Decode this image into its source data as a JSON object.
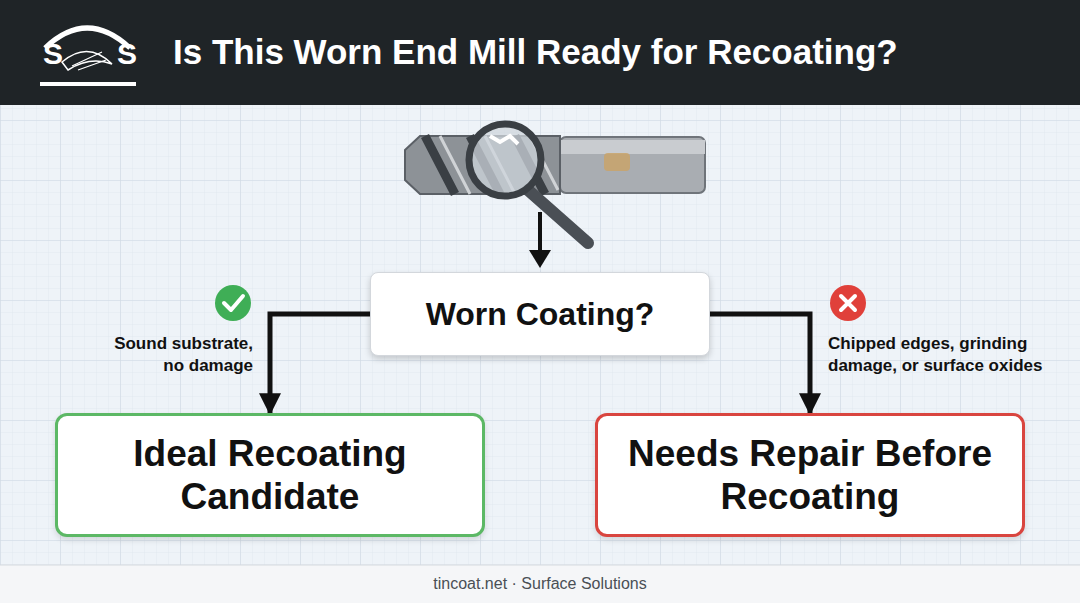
{
  "diagram": {
    "title": "Is This Worn End Mill Ready for Recoating?",
    "caption": "tincoat.net · Surface Solutions",
    "nodes": [
      {
        "text": [
          "Worn Coating?"
        ]
      },
      {
        "text": [
          "Ideal Recoating Candidate"
        ]
      },
      {
        "text": [
          "Needs Repair Before Recoating"
        ]
      }
    ],
    "edges": [
      {
        "from": 0,
        "to": 1,
        "arrow": "to",
        "label": "Sound substrate, no damage"
      },
      {
        "from": 0,
        "to": 2,
        "arrow": "to",
        "label": "Chipped edges, grinding damage, or surface oxides"
      }
    ],
    "labels": [
      "S",
      "S"
    ]
  }
}
